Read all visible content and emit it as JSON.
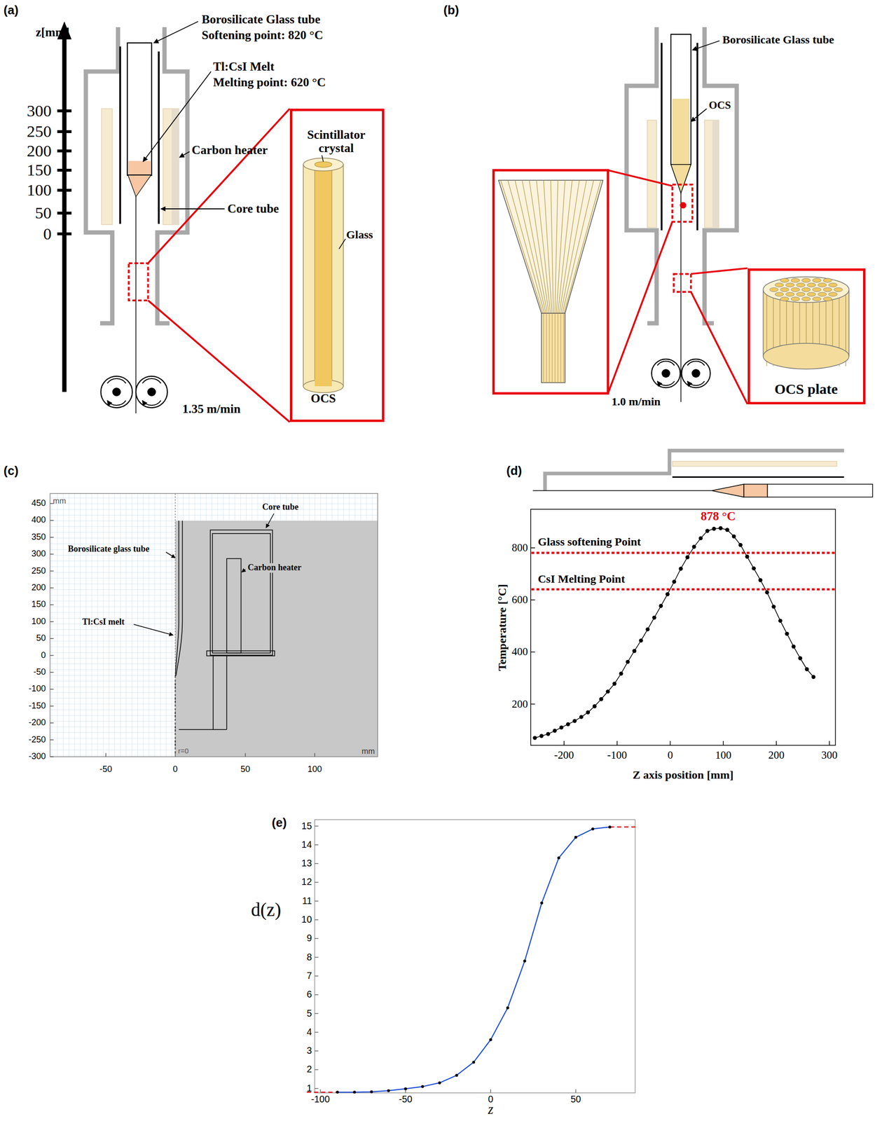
{
  "diagram": {
    "nodes": [
      {
        "text": [
          "Scintillator crystal",
          "Glass",
          "OCS"
        ]
      },
      {
        "text": [
          "OCS plate"
        ]
      }
    ],
    "labels": [
      "(a)",
      "z[mm]",
      "300",
      "250",
      "200",
      "150",
      "100",
      "50",
      "0",
      "Borosilicate Glass tube",
      "Softening point: 820 °C",
      "Tl:CsI Melt",
      "Melting point: 620 °C",
      "Carbon heater",
      "Core tube",
      "1.35 m/min",
      "(b)",
      "Borosilicate Glass tube",
      "OCS",
      "1.0 m/min",
      "(c)",
      "450",
      "400",
      "350",
      "300",
      "250",
      "200",
      "150",
      "100",
      "50",
      "0",
      "-50",
      "-100",
      "-150",
      "-200",
      "-250",
      "-300",
      "mm",
      "mm",
      "r=0",
      "-50",
      "0",
      "50",
      "100",
      "Core tube",
      "Borosilicate glass tube",
      "Carbon heater",
      "Tl:CsI melt",
      "(d)",
      "878 °C",
      "Glass softening Point",
      "CsI Melting Point",
      "800",
      "600",
      "400",
      "200",
      "-200",
      "-100",
      "0",
      "100",
      "200",
      "300",
      "Temperature [°C]",
      "Z axis position [mm]",
      "(e)",
      "d(z)",
      "15",
      "14",
      "13",
      "12",
      "11",
      "10",
      "9",
      "8",
      "7",
      "6",
      "5",
      "4",
      "3",
      "2",
      "1",
      "-100",
      "-50",
      "0",
      "50",
      "z"
    ]
  }
}
